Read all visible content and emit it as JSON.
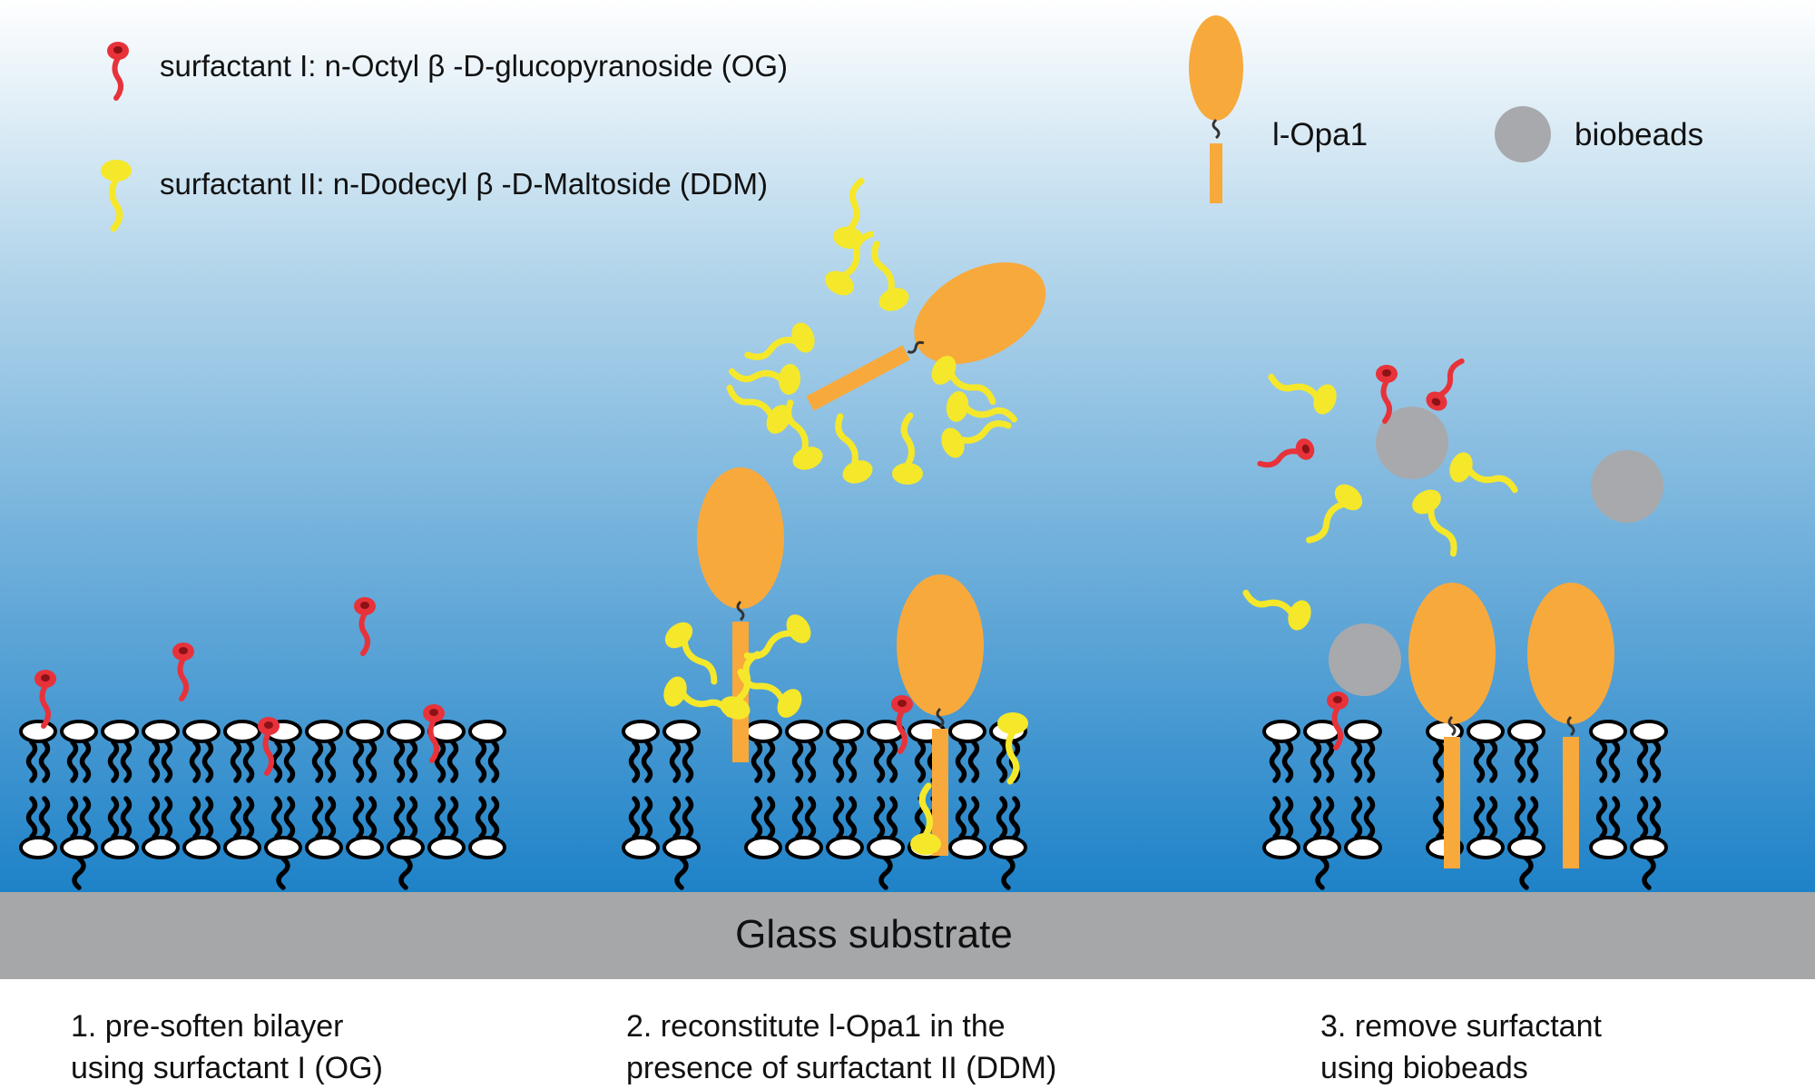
{
  "legend": {
    "surfactant_1": "surfactant I: n-Octyl β -D-glucopyranoside (OG)",
    "surfactant_2": "surfactant II: n-Dodecyl β -D-Maltoside (DDM)",
    "protein": "l-Opa1",
    "beads": "biobeads"
  },
  "substrate_label": "Glass substrate",
  "steps": [
    {
      "line1": "1. pre-soften bilayer",
      "line2": "using surfactant I (OG)"
    },
    {
      "line1": "2. reconstitute l-Opa1 in the",
      "line2": "presence of surfactant II (DDM)"
    },
    {
      "line1": "3. remove surfactant",
      "line2": "using biobeads"
    }
  ],
  "colors": {
    "og": "#e8323a",
    "ddm": "#f5e82a",
    "protein": "#f8a93c",
    "bead": "#a8a9ad",
    "substrate": "#a6a7a9",
    "lipid": "#000000",
    "water_top": "#ffffff",
    "water_bottom": "#1e82c8"
  }
}
